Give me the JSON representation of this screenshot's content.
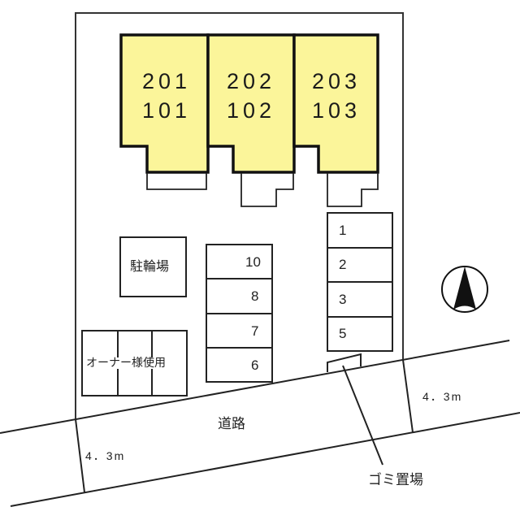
{
  "colors": {
    "building_fill": "#fbf59a",
    "line": "#1a1a1a",
    "background": "#ffffff"
  },
  "buildings": [
    {
      "upper": "201",
      "lower": "101"
    },
    {
      "upper": "202",
      "lower": "102"
    },
    {
      "upper": "203",
      "lower": "103"
    }
  ],
  "bicycle_parking": {
    "label": "駐輪場"
  },
  "owner_parking": {
    "label": "オーナー様使用"
  },
  "parking_left": [
    "10",
    "8",
    "7",
    "6"
  ],
  "parking_right": [
    "1",
    "2",
    "3",
    "5"
  ],
  "road": {
    "label": "道路"
  },
  "dimensions": {
    "left": "4．3m",
    "right": "4．3m"
  },
  "garbage": {
    "label": "ゴミ置場"
  },
  "compass": {
    "icon": "north-arrow-icon"
  }
}
